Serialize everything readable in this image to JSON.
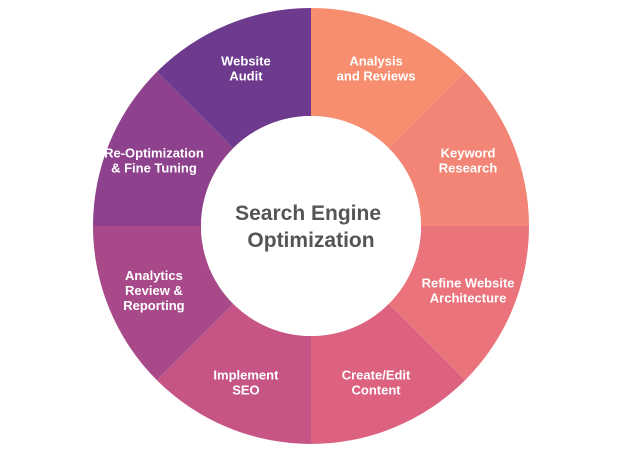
{
  "diagram": {
    "center_title": [
      "Search Engine",
      "Optimization"
    ],
    "segments": [
      {
        "lines": [
          "Analysis",
          "and Reviews"
        ],
        "color": "#F88E70"
      },
      {
        "lines": [
          "Keyword",
          "Research"
        ],
        "color": "#F28576"
      },
      {
        "lines": [
          "Refine Website",
          "Architecture"
        ],
        "color": "#EA737C"
      },
      {
        "lines": [
          "Create/Edit",
          "Content"
        ],
        "color": "#DC6280"
      },
      {
        "lines": [
          "Implement",
          "SEO"
        ],
        "color": "#C65586"
      },
      {
        "lines": [
          "Analytics",
          "Review &",
          "Reporting"
        ],
        "color": "#A84A8A"
      },
      {
        "lines": [
          "Re-Optimization",
          "& Fine Tuning"
        ],
        "color": "#8E428E"
      },
      {
        "lines": [
          "Website",
          "Audit"
        ],
        "color": "#6E3A8E"
      }
    ]
  }
}
